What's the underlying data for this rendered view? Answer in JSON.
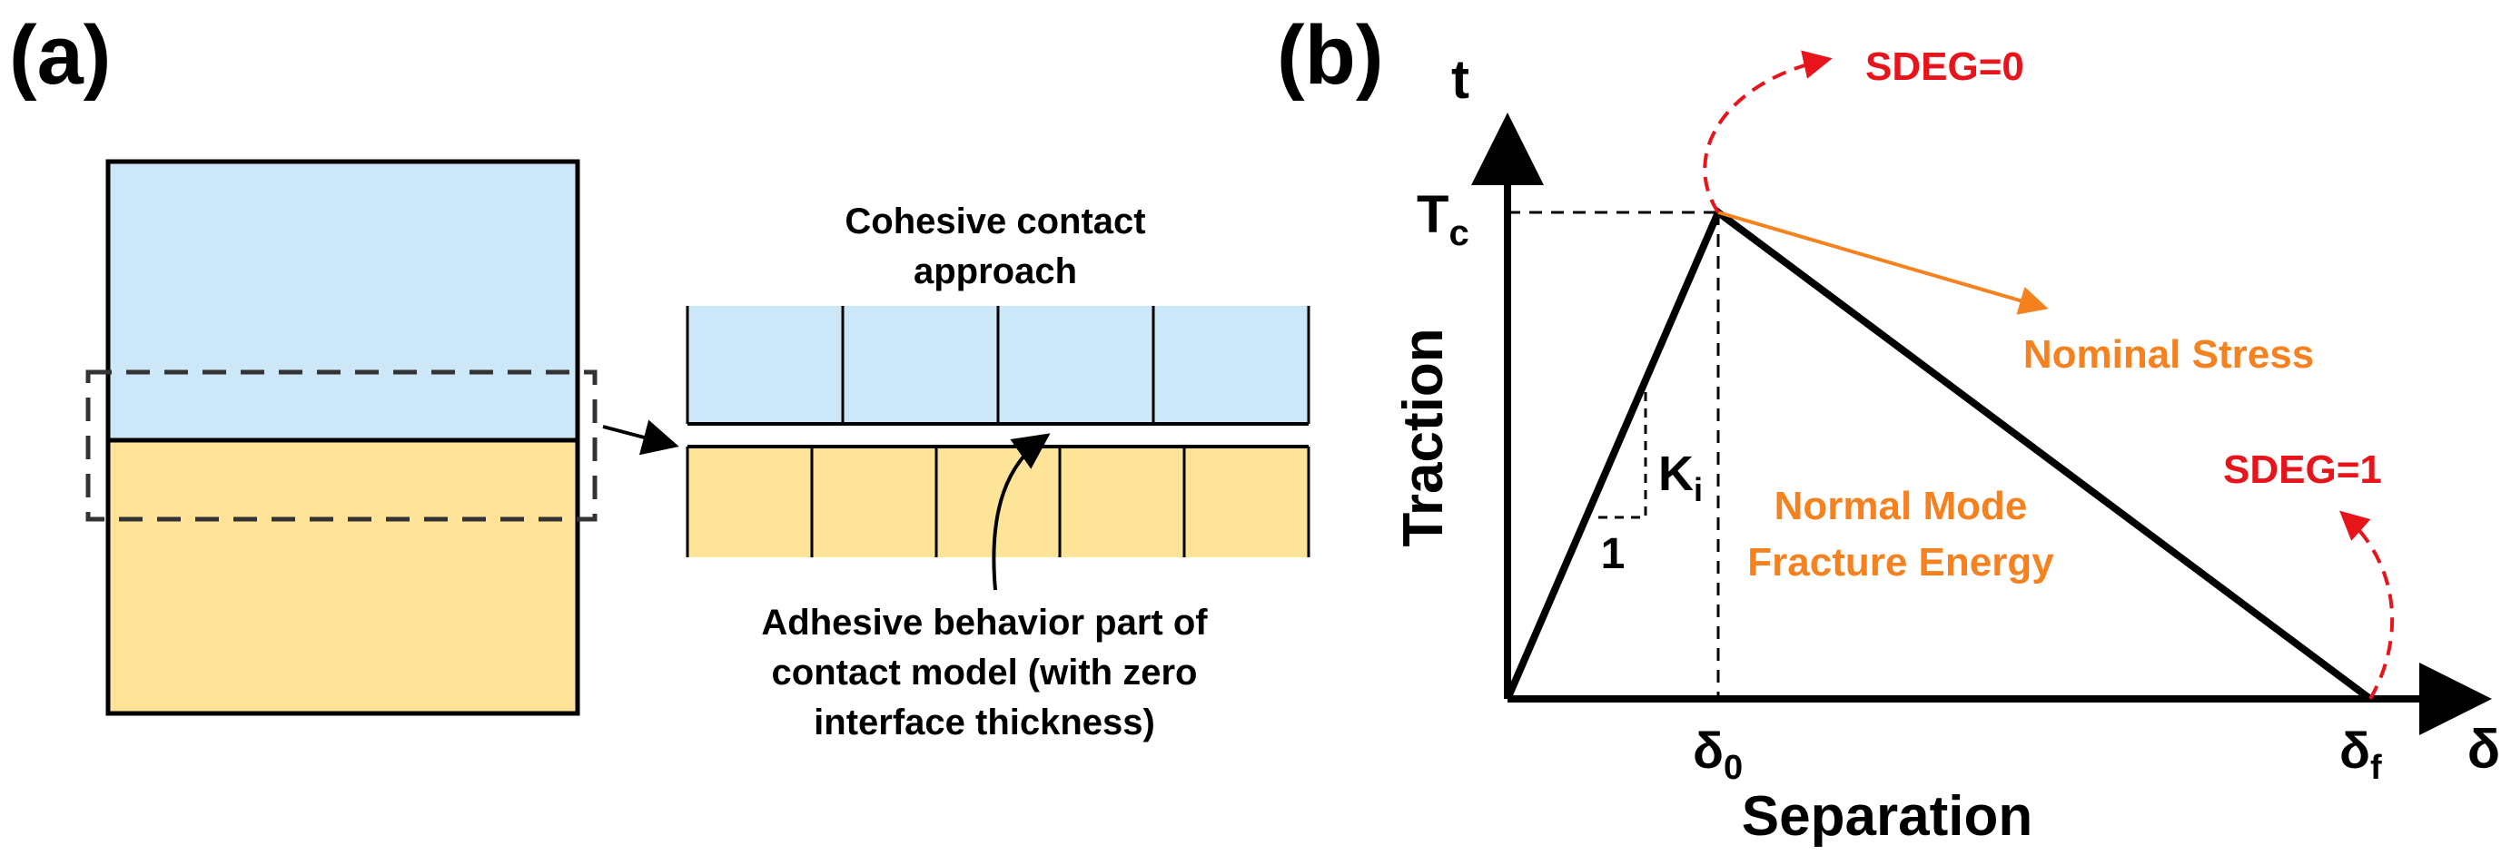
{
  "colors": {
    "blue_fill": "#cce8f8",
    "yellow_fill": "#fde498",
    "black": "#000000",
    "red": "#e8141c",
    "orange": "#f5811f"
  },
  "panel_a": {
    "label": "(a)",
    "cohesive_title_line1": "Cohesive contact",
    "cohesive_title_line2": "approach",
    "adhesive_line1": "Adhesive behavior part of",
    "adhesive_line2": "contact model (with zero",
    "adhesive_line3": "interface thickness)",
    "top_row_cells": 4,
    "bottom_row_cells": 5
  },
  "panel_b": {
    "label": "(b)",
    "y_axis_symbol": "t",
    "x_axis_symbol": "δ",
    "y_axis_label": "Traction",
    "x_axis_label": "Separation",
    "tc_label": "T",
    "tc_sub": "c",
    "delta0_label": "δ",
    "delta0_sub": "0",
    "deltaf_label": "δ",
    "deltaf_sub": "f",
    "ki_label": "K",
    "ki_sub": "i",
    "slope_one": "1",
    "sdeg0": "SDEG=0",
    "sdeg1": "SDEG=1",
    "nominal_stress": "Nominal Stress",
    "fracture_line1": "Normal Mode",
    "fracture_line2": "Fracture Energy"
  }
}
